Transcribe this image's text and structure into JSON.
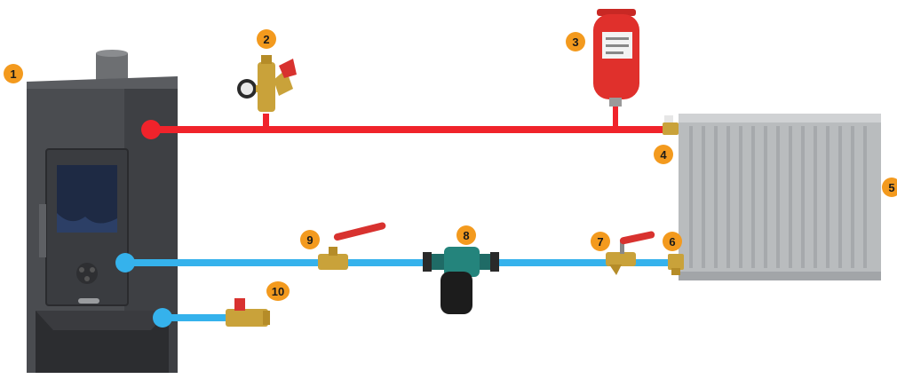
{
  "colors": {
    "supply_pipe": "#f0232b",
    "return_pipe": "#35b2ec",
    "label_bg": "#f39a1e",
    "stove_body": "#4a4c50",
    "radiator": "#b9bcbe",
    "expansion_tank": "#e0302c",
    "brass": "#c9a23a"
  },
  "components": [
    {
      "number": "1",
      "icon": "stove-icon"
    },
    {
      "number": "2",
      "icon": "safety-valve-group-icon"
    },
    {
      "number": "3",
      "icon": "expansion-tank-icon"
    },
    {
      "number": "4",
      "icon": "radiator-inlet-valve-icon"
    },
    {
      "number": "5",
      "icon": "radiator-icon"
    },
    {
      "number": "6",
      "icon": "radiator-outlet-valve-icon"
    },
    {
      "number": "7",
      "icon": "filter-valve-icon"
    },
    {
      "number": "8",
      "icon": "circulation-pump-icon"
    },
    {
      "number": "9",
      "icon": "ball-valve-icon"
    },
    {
      "number": "10",
      "icon": "drain-valve-icon"
    }
  ]
}
